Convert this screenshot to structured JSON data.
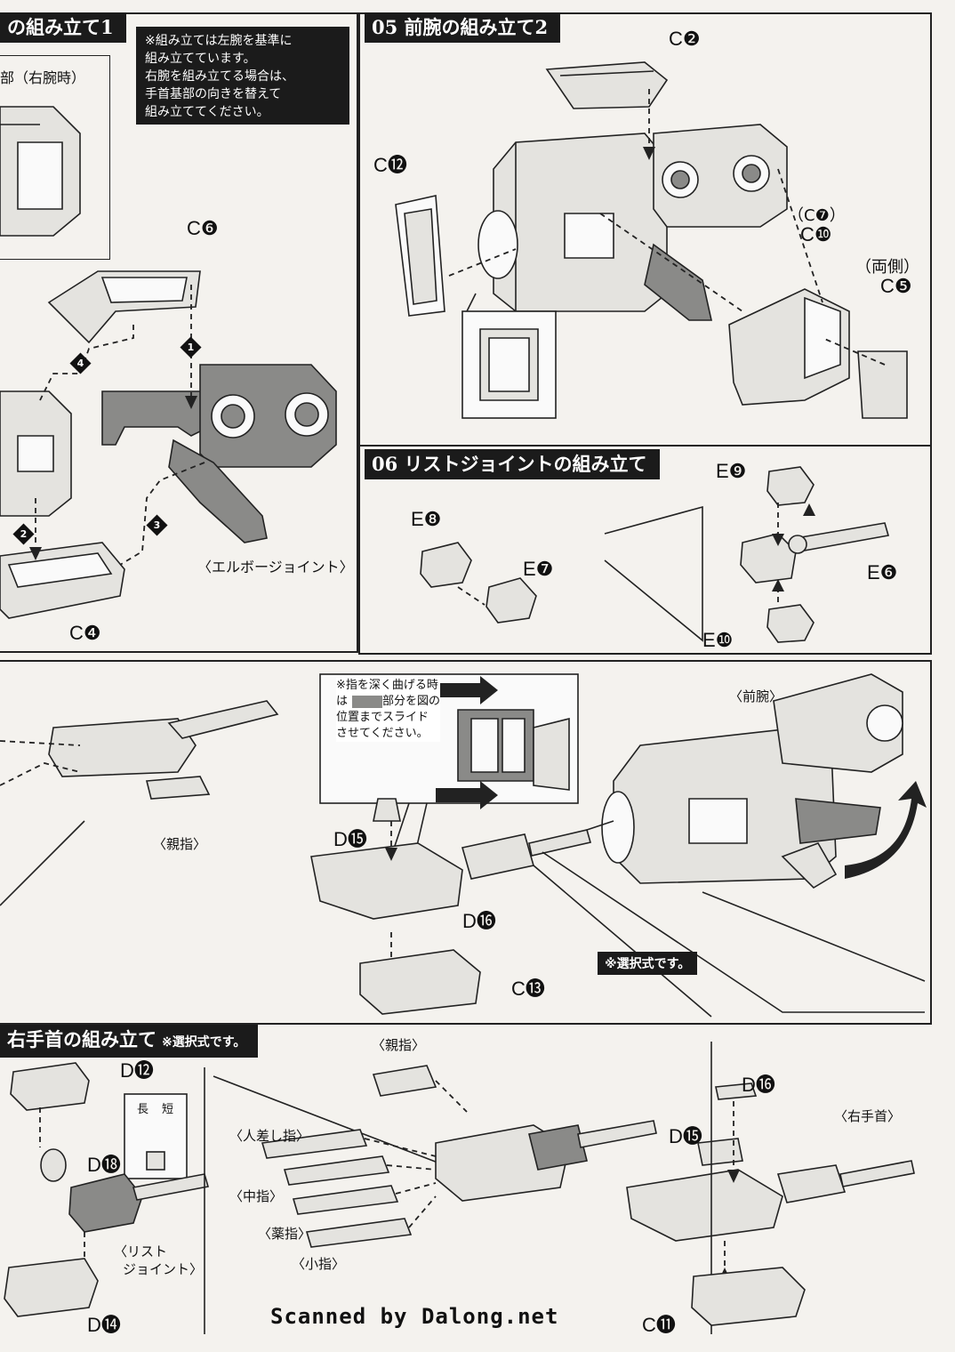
{
  "step04": {
    "title": "の組み立て1",
    "note": [
      "※組み立ては左腕を基準に",
      "組み立てています。",
      "右腕を組み立てる場合は、",
      "手首基部の向きを替えて",
      "組み立ててください。"
    ],
    "sub_label": "部（右腕時）",
    "parts": [
      "C❻",
      "C❹"
    ],
    "steps": [
      "1",
      "2",
      "3",
      "4"
    ],
    "elbow_label": "〈エルボージョイント〉"
  },
  "step05": {
    "title": "05 前腕の組み立て2",
    "parts": {
      "c2": "C❷",
      "c12": "C⓬",
      "c7": "（C❼）",
      "c10": "C❿",
      "both": "（両側）",
      "c5": "C❺"
    }
  },
  "step06": {
    "title": "06 リストジョイントの組み立て",
    "parts": {
      "e8": "E❽",
      "e7": "E❼",
      "e9": "E❾",
      "e6": "E❻",
      "e10": "E❿"
    }
  },
  "left_hand": {
    "thumb_label": "〈親指〉",
    "slide_note": [
      "※指を深く曲げる時",
      "は　　　部分を図の",
      "位置までスライド",
      "させてください。"
    ],
    "forearm_label": "〈前腕〉",
    "parts": {
      "d15": "D⓯",
      "d16": "D⓰",
      "c13": "C⓭"
    },
    "optional": "※選択式です。"
  },
  "right_wrist": {
    "title": "右手首の組み立て",
    "title_note": "※選択式です。",
    "parts": {
      "d12": "D⓬",
      "d18": "D⓲",
      "d14": "D⓮",
      "d16": "D⓰",
      "d15": "D⓯",
      "c11": "C⓫"
    },
    "length_labels": [
      "長",
      "短"
    ],
    "wrist_joint": [
      "〈リスト",
      "ジョイント〉"
    ],
    "fingers": {
      "thumb": "〈親指〉",
      "index": "〈人差し指〉",
      "middle": "〈中指〉",
      "ring": "〈薬指〉",
      "little": "〈小指〉"
    },
    "right_wrist_label": "〈右手首〉"
  },
  "footer": "Scanned by Dalong.net"
}
